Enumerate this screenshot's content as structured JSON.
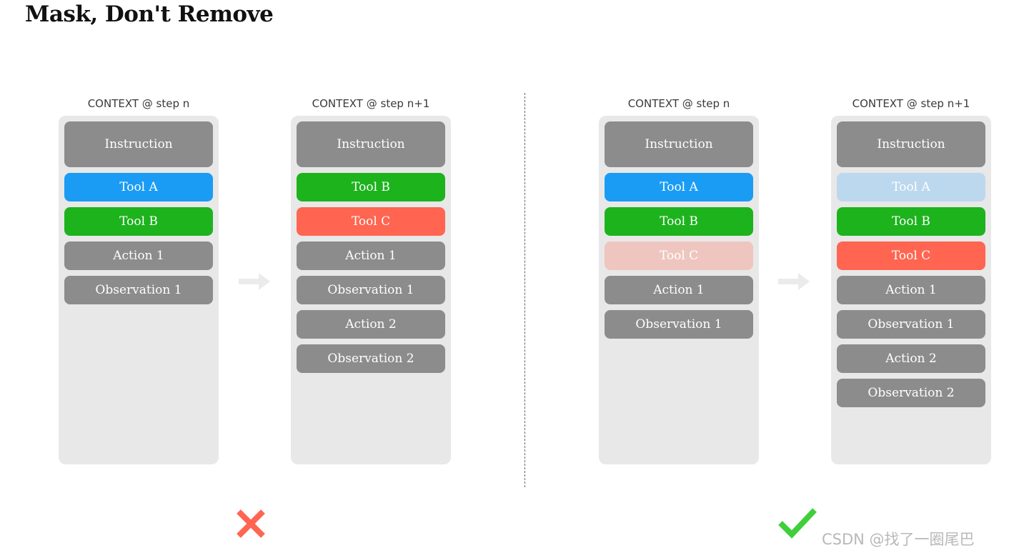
{
  "title": "Mask, Don't Remove",
  "colors": {
    "instruction": "#8c8c8c",
    "tool_a": "#1a9cf5",
    "tool_b": "#1db31d",
    "tool_c": "#ff6551",
    "history": "#8c8c8c",
    "masked_tool_a": "#bcd8ee",
    "masked_tool_c": "#efc6bf",
    "panel": "#e8e8e8",
    "wrong_mark": "#ff6551",
    "right_mark": "#3fcf3a"
  },
  "columns": [
    {
      "label": "CONTEXT @ step n",
      "items": [
        {
          "text": "Instruction",
          "kind": "instruction"
        },
        {
          "text": "Tool A",
          "kind": "tool_a"
        },
        {
          "text": "Tool B",
          "kind": "tool_b"
        },
        {
          "text": "Action 1",
          "kind": "history"
        },
        {
          "text": "Observation 1",
          "kind": "history"
        }
      ]
    },
    {
      "label": "CONTEXT @ step n+1",
      "items": [
        {
          "text": "Instruction",
          "kind": "instruction"
        },
        {
          "text": "Tool B",
          "kind": "tool_b"
        },
        {
          "text": "Tool C",
          "kind": "tool_c"
        },
        {
          "text": "Action 1",
          "kind": "history"
        },
        {
          "text": "Observation 1",
          "kind": "history"
        },
        {
          "text": "Action 2",
          "kind": "history"
        },
        {
          "text": "Observation 2",
          "kind": "history"
        }
      ]
    },
    {
      "label": "CONTEXT @ step n",
      "items": [
        {
          "text": "Instruction",
          "kind": "instruction"
        },
        {
          "text": "Tool A",
          "kind": "tool_a"
        },
        {
          "text": "Tool B",
          "kind": "tool_b"
        },
        {
          "text": "Tool C",
          "kind": "masked_tool_c"
        },
        {
          "text": "Action 1",
          "kind": "history"
        },
        {
          "text": "Observation 1",
          "kind": "history"
        }
      ]
    },
    {
      "label": "CONTEXT @ step n+1",
      "items": [
        {
          "text": "Instruction",
          "kind": "instruction"
        },
        {
          "text": "Tool A",
          "kind": "masked_tool_a"
        },
        {
          "text": "Tool B",
          "kind": "tool_b"
        },
        {
          "text": "Tool C",
          "kind": "tool_c"
        },
        {
          "text": "Action 1",
          "kind": "history"
        },
        {
          "text": "Observation 1",
          "kind": "history"
        },
        {
          "text": "Action 2",
          "kind": "history"
        },
        {
          "text": "Observation 2",
          "kind": "history"
        }
      ]
    }
  ],
  "verdicts": {
    "left": "cross-icon",
    "right": "checkmark-icon"
  },
  "arrow_icon": "right-arrow-icon",
  "watermark": "CSDN @找了一圈尾巴"
}
